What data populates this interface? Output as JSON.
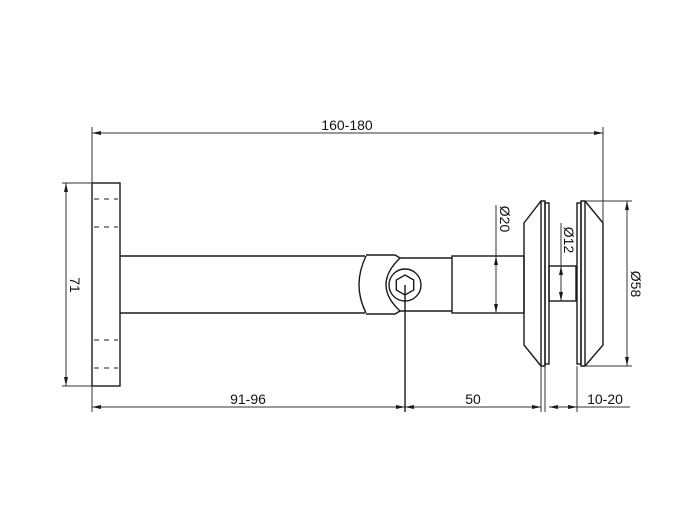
{
  "drawing": {
    "type": "technical-dimension-drawing",
    "subject": "glass fitting standoff arm with wall plate",
    "line_color": "#1a1a1a",
    "text_color": "#111111",
    "background": "#ffffff"
  },
  "dimensions": {
    "overall_length": "160-180",
    "plate_height": "71",
    "arm_length": "91-96",
    "collar_length": "50",
    "glass_thickness": "10-20",
    "collar_diameter": "Ø20",
    "bolt_diameter": "Ø12",
    "disc_diameter": "Ø58"
  },
  "icons": {
    "hex_socket": "hexagon-socket-icon"
  }
}
